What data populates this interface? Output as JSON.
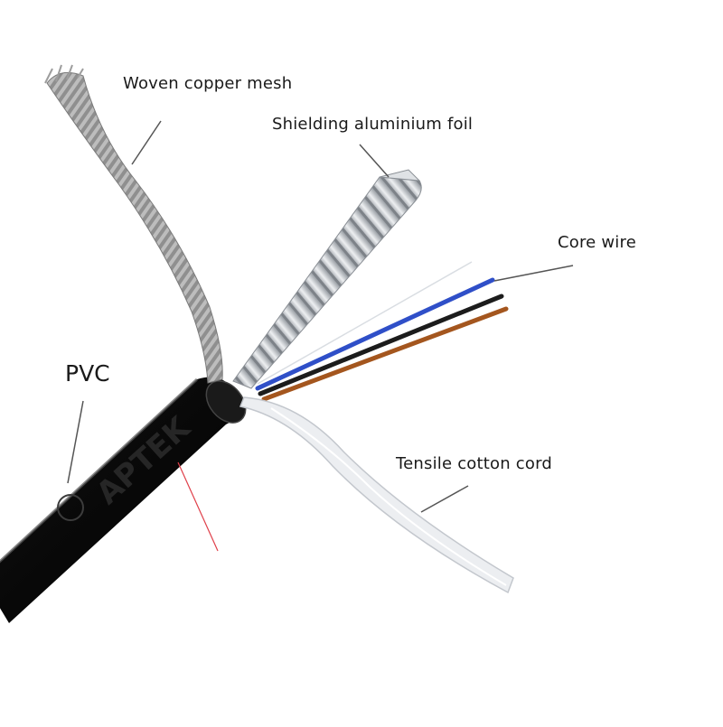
{
  "labels": {
    "woven_copper_mesh": "Woven copper mesh",
    "shielding_aluminium_foil": "Shielding aluminium foil",
    "core_wire": "Core wire",
    "pvc": "PVC",
    "tensile_cotton_cord": "Tensile cotton cord"
  },
  "jacket_print": "APTEK",
  "colors": {
    "jacket": "#0b0b0b",
    "mesh": "#9a9a9a",
    "foil": "#c9ccd0",
    "core_blue": "#2f4fc8",
    "core_black": "#1c1c1c",
    "core_brown": "#a4561e",
    "cord": "#e6e8ec",
    "leader": "#555555",
    "accent_line": "#e0404a"
  }
}
